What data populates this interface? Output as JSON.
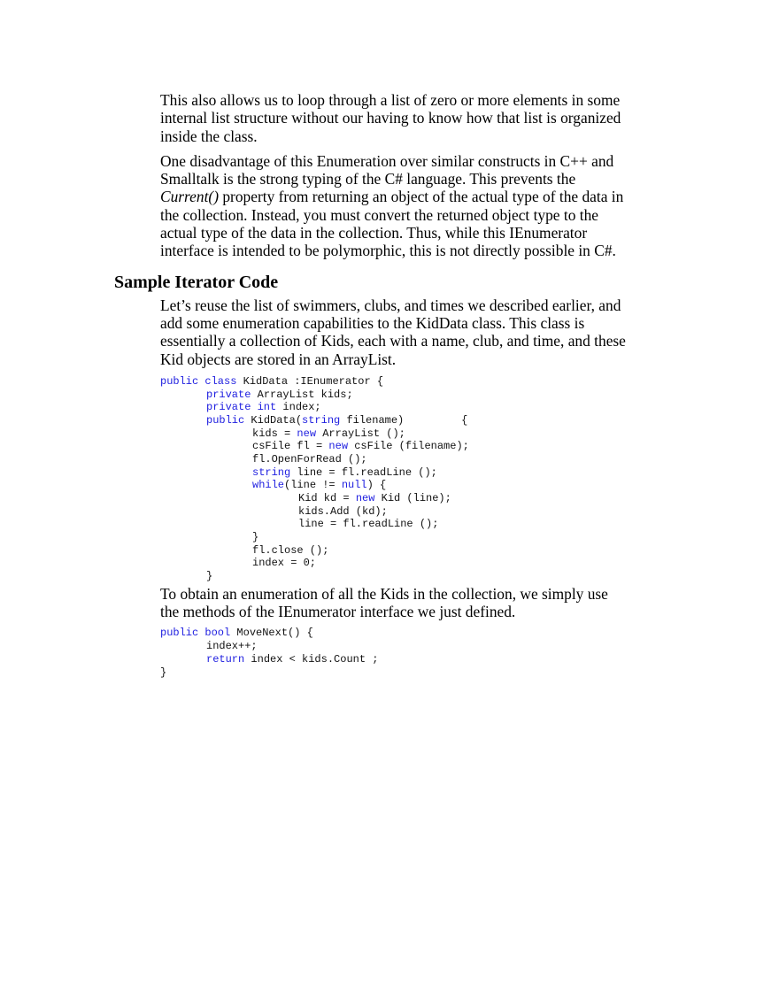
{
  "paragraphs": {
    "p1": "This also allows us to loop through a list of zero or more elements in some internal list structure without our having to know how that list is organized inside the class.",
    "p2_a": "One disadvantage of this Enumeration over similar constructs in C++ and Smalltalk is the strong typing of the C# language. This prevents the ",
    "p2_em": "Current()",
    "p2_b": " property from returning an object of the actual type of the data in the collection. Instead, you must convert the returned object type to the actual type of the data in the collection. Thus, while this IEnumerator interface is intended to be polymorphic, this is not directly possible in C#.",
    "heading": "Sample Iterator Code",
    "p3": "Let’s reuse the list of swimmers, clubs, and times we described earlier, and add some enumeration capabilities to the KidData class. This class is essentially a collection of Kids, each with a name, club, and time, and these Kid objects are stored in an ArrayList.",
    "p4": "To obtain an enumeration of all the Kids in the collection, we simply use the methods of the IEnumerator interface we just defined."
  },
  "code1": [
    {
      "indent": 0,
      "tokens": [
        [
          "public class",
          "kw"
        ],
        [
          " KidData :IEnumerator {",
          ""
        ]
      ]
    },
    {
      "indent": 1,
      "tokens": [
        [
          "private",
          "kw"
        ],
        [
          " ArrayList kids;",
          ""
        ]
      ]
    },
    {
      "indent": 1,
      "tokens": [
        [
          "private int",
          "kw"
        ],
        [
          " index;",
          ""
        ]
      ]
    },
    {
      "indent": 1,
      "tokens": [
        [
          "public",
          "kw"
        ],
        [
          " KidData(",
          ""
        ],
        [
          "string",
          "kw"
        ],
        [
          " filename)         {",
          ""
        ]
      ]
    },
    {
      "indent": 2,
      "tokens": [
        [
          "kids = ",
          ""
        ],
        [
          "new",
          "kw"
        ],
        [
          " ArrayList ();",
          ""
        ]
      ]
    },
    {
      "indent": 2,
      "tokens": [
        [
          "csFile fl = ",
          ""
        ],
        [
          "new",
          "kw"
        ],
        [
          " csFile (filename);",
          ""
        ]
      ]
    },
    {
      "indent": 2,
      "tokens": [
        [
          "fl.OpenForRead ();",
          ""
        ]
      ]
    },
    {
      "indent": 2,
      "tokens": [
        [
          "string",
          "kw"
        ],
        [
          " line = fl.readLine ();",
          ""
        ]
      ]
    },
    {
      "indent": 2,
      "tokens": [
        [
          "while",
          "kw"
        ],
        [
          "(line != ",
          ""
        ],
        [
          "null",
          "kw"
        ],
        [
          ") {",
          ""
        ]
      ]
    },
    {
      "indent": 3,
      "tokens": [
        [
          "Kid kd = ",
          ""
        ],
        [
          "new",
          "kw"
        ],
        [
          " Kid (line);",
          ""
        ]
      ]
    },
    {
      "indent": 3,
      "tokens": [
        [
          "kids.Add (kd);",
          ""
        ]
      ]
    },
    {
      "indent": 3,
      "tokens": [
        [
          "line = fl.readLine ();",
          ""
        ]
      ]
    },
    {
      "indent": 2,
      "tokens": [
        [
          "}",
          ""
        ]
      ]
    },
    {
      "indent": 2,
      "tokens": [
        [
          "fl.close ();",
          ""
        ]
      ]
    },
    {
      "indent": 2,
      "tokens": [
        [
          "index = 0;",
          ""
        ]
      ]
    },
    {
      "indent": 1,
      "tokens": [
        [
          "}",
          ""
        ]
      ]
    }
  ],
  "code2": [
    {
      "indent": 0,
      "tokens": [
        [
          "public bool",
          "kw"
        ],
        [
          " MoveNext() {",
          ""
        ]
      ]
    },
    {
      "indent": 1,
      "tokens": [
        [
          "index++;",
          ""
        ]
      ]
    },
    {
      "indent": 1,
      "tokens": [
        [
          "return",
          "kw"
        ],
        [
          " index < kids.Count ;",
          ""
        ]
      ]
    },
    {
      "indent": 0,
      "tokens": [
        [
          "}",
          ""
        ]
      ]
    }
  ],
  "colors": {
    "keyword": "#2020e0",
    "text": "#000000"
  }
}
